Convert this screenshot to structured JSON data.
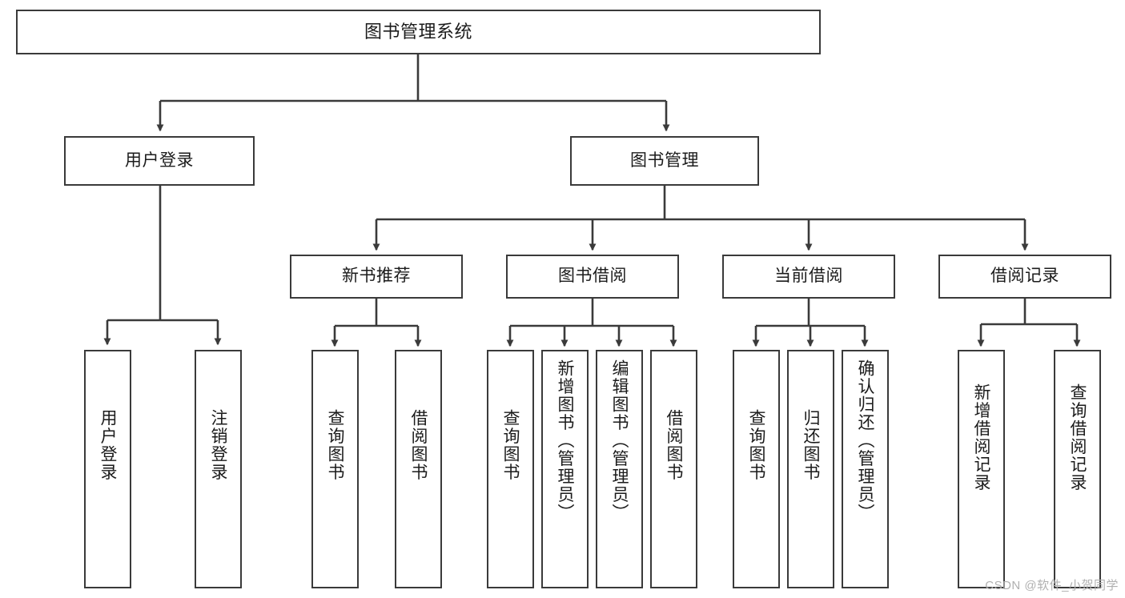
{
  "diagram": {
    "title": "图书管理系统",
    "type": "tree-hierarchy-diagram",
    "watermark": "CSDN @软件_小贺同学",
    "colors": {
      "background": "#ffffff",
      "box_border": "#3a3a3a",
      "box_fill": "#ffffff",
      "edge": "#3a3a3a",
      "text": "#1b1b1b",
      "watermark": "#b0b0b0"
    },
    "levels": [
      {
        "level": 0,
        "nodes": [
          {
            "id": "root",
            "label": "图书管理系统",
            "orientation": "horizontal"
          }
        ]
      },
      {
        "level": 1,
        "nodes": [
          {
            "id": "user-login",
            "label": "用户登录",
            "orientation": "horizontal",
            "parent": "root"
          },
          {
            "id": "book-manage",
            "label": "图书管理",
            "orientation": "horizontal",
            "parent": "root"
          }
        ]
      },
      {
        "level": 2,
        "nodes": [
          {
            "id": "new-book-recommend",
            "label": "新书推荐",
            "orientation": "horizontal",
            "parent": "book-manage"
          },
          {
            "id": "book-borrow",
            "label": "图书借阅",
            "orientation": "horizontal",
            "parent": "book-manage"
          },
          {
            "id": "current-borrow",
            "label": "当前借阅",
            "orientation": "horizontal",
            "parent": "book-manage"
          },
          {
            "id": "borrow-record",
            "label": "借阅记录",
            "orientation": "horizontal",
            "parent": "book-manage"
          }
        ]
      },
      {
        "level": 3,
        "nodes": [
          {
            "id": "leaf-user-login",
            "label": "用户登录",
            "orientation": "vertical",
            "parent": "user-login"
          },
          {
            "id": "leaf-logout",
            "label": "注销登录",
            "orientation": "vertical",
            "parent": "user-login"
          },
          {
            "id": "leaf-query-book-1",
            "label": "查询图书",
            "orientation": "vertical",
            "parent": "new-book-recommend"
          },
          {
            "id": "leaf-borrow-book-1",
            "label": "借阅图书",
            "orientation": "vertical",
            "parent": "new-book-recommend"
          },
          {
            "id": "leaf-query-book-2",
            "label": "查询图书",
            "orientation": "vertical",
            "parent": "book-borrow"
          },
          {
            "id": "leaf-add-book",
            "label": "新增图书（管理员）",
            "orientation": "vertical",
            "parent": "book-borrow"
          },
          {
            "id": "leaf-edit-book",
            "label": "编辑图书（管理员）",
            "orientation": "vertical",
            "parent": "book-borrow"
          },
          {
            "id": "leaf-borrow-book-2",
            "label": "借阅图书",
            "orientation": "vertical",
            "parent": "book-borrow"
          },
          {
            "id": "leaf-query-book-3",
            "label": "查询图书",
            "orientation": "vertical",
            "parent": "current-borrow"
          },
          {
            "id": "leaf-return-book",
            "label": "归还图书",
            "orientation": "vertical",
            "parent": "current-borrow"
          },
          {
            "id": "leaf-confirm-return",
            "label": "确认归还（管理员）",
            "orientation": "vertical",
            "parent": "current-borrow"
          },
          {
            "id": "leaf-add-record",
            "label": "新增借阅记录",
            "orientation": "vertical",
            "parent": "borrow-record"
          },
          {
            "id": "leaf-query-record",
            "label": "查询借阅记录",
            "orientation": "vertical",
            "parent": "borrow-record"
          }
        ]
      }
    ]
  }
}
